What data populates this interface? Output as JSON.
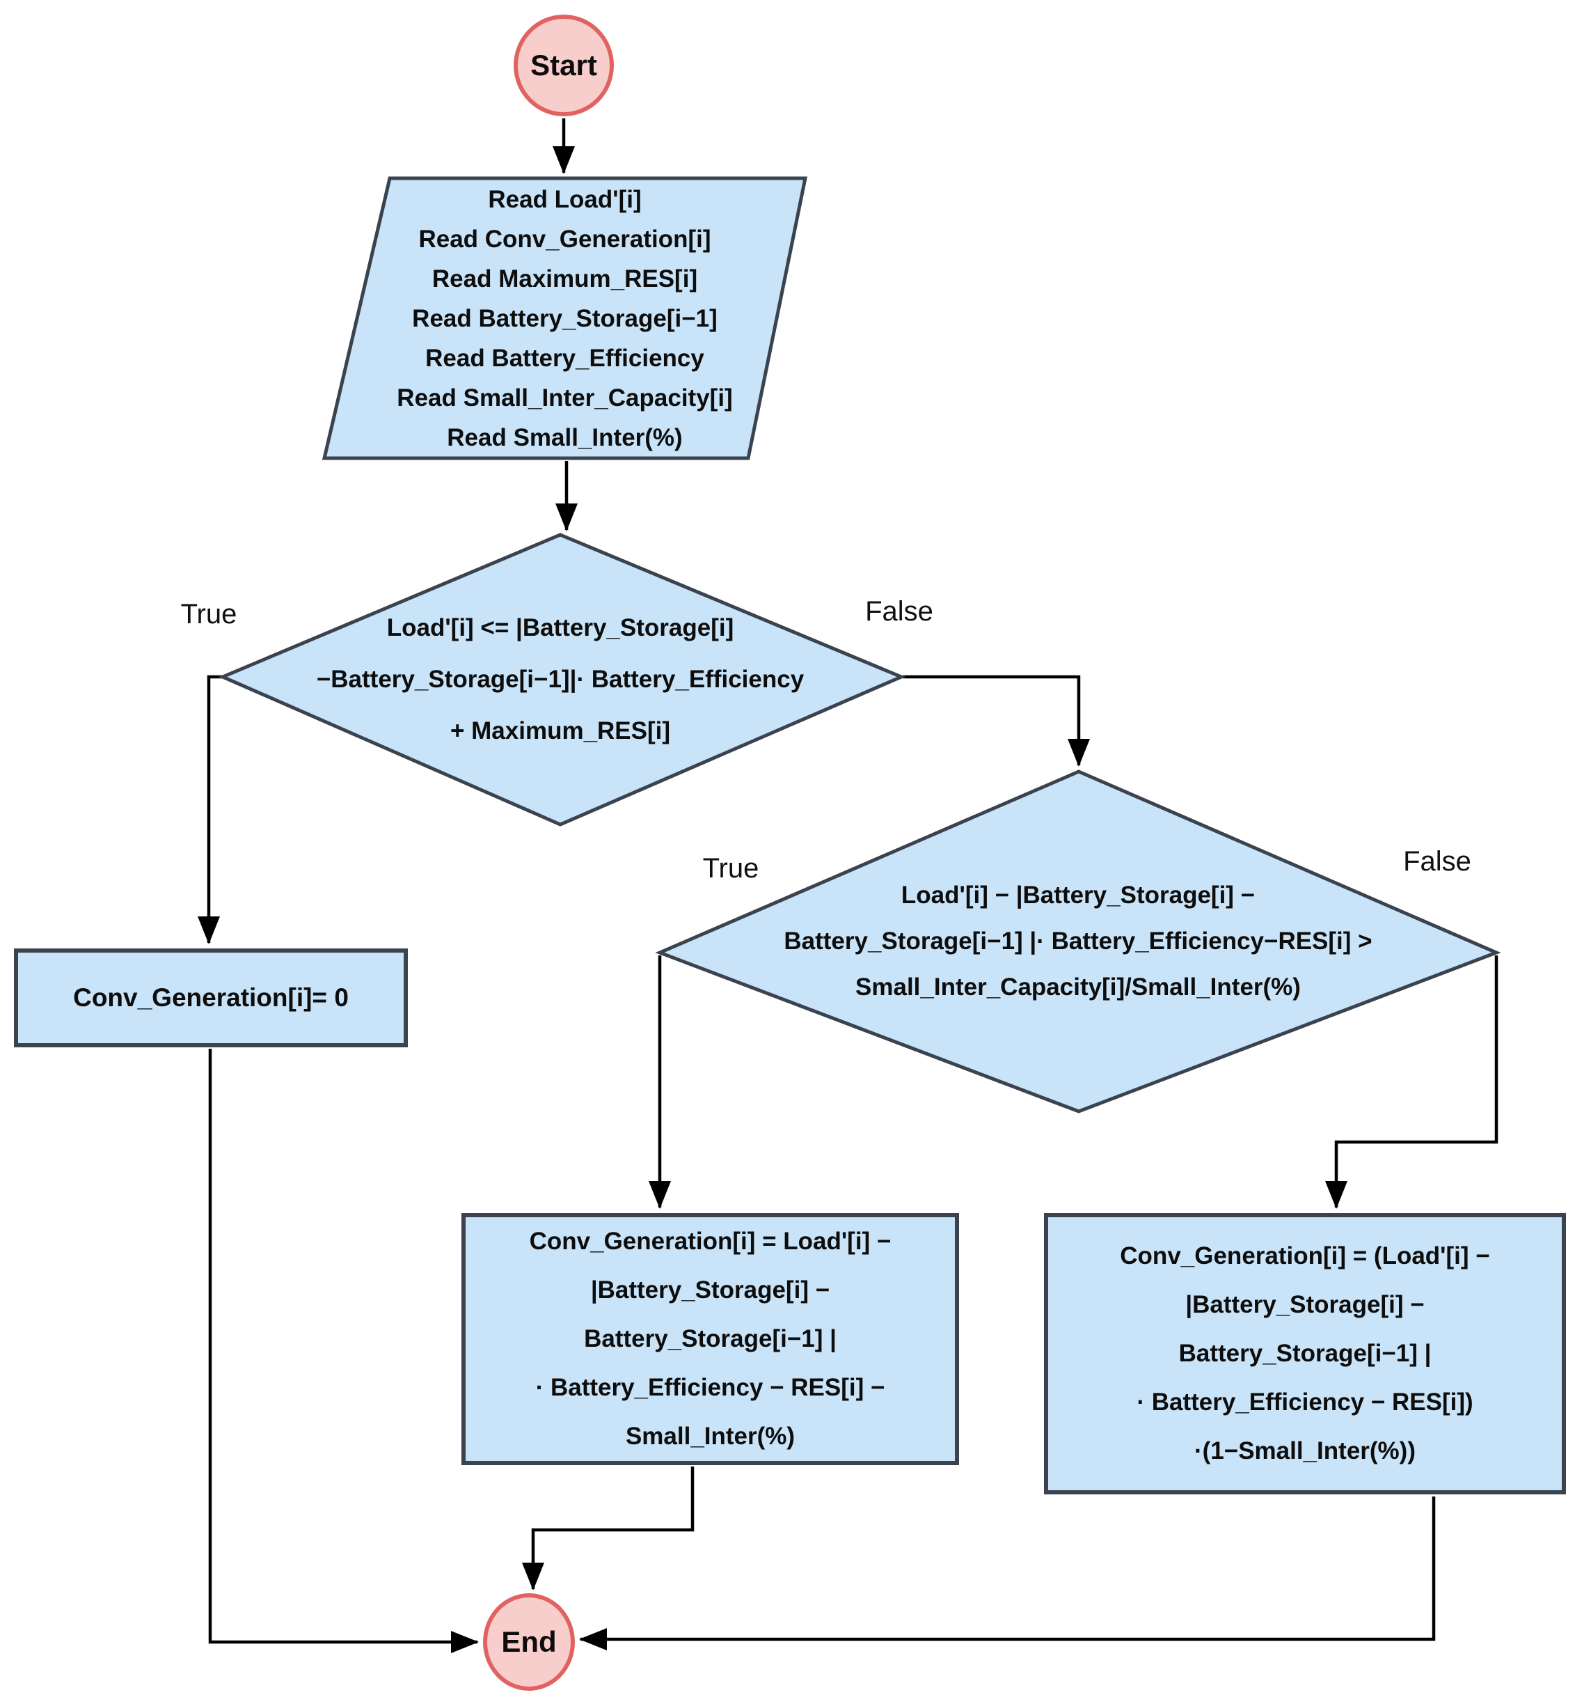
{
  "colors": {
    "node_fill": "#c9e4f8",
    "node_stroke": "#3a434e",
    "terminal_fill": "#f8cecc",
    "terminal_stroke": "#e06361",
    "connector_color": "#000000",
    "text_color": "#0d0d0d"
  },
  "nodes": {
    "start": {
      "label": "Start"
    },
    "read_inputs": {
      "lines": [
        "Read Load'[i]",
        "Read Conv_Generation[i]",
        "Read Maximum_RES[i]",
        "Read Battery_Storage[i−1]",
        "Read Battery_Efficiency",
        "Read Small_Inter_Capacity[i]",
        "Read Small_Inter(%)"
      ]
    },
    "decision1": {
      "lines": [
        "Load'[i] <= |Battery_Storage[i]",
        "−Battery_Storage[i−1]|· Battery_Efficiency",
        "+ Maximum_RES[i]"
      ],
      "true_label": "True",
      "false_label": "False"
    },
    "set_zero": {
      "label": "Conv_Generation[i]= 0"
    },
    "decision2": {
      "lines": [
        "Load'[i] − |Battery_Storage[i] −",
        "Battery_Storage[i−1] |· Battery_Efficiency−RES[i] >",
        "Small_Inter_Capacity[i]/Small_Inter(%)"
      ],
      "true_label": "True",
      "false_label": "False"
    },
    "calc_true": {
      "lines": [
        "Conv_Generation[i] = Load'[i] −",
        "|Battery_Storage[i] −",
        "Battery_Storage[i−1] |",
        "· Battery_Efficiency − RES[i] −",
        "Small_Inter(%)"
      ]
    },
    "calc_false": {
      "lines": [
        "Conv_Generation[i] = (Load'[i] −",
        "|Battery_Storage[i] −",
        "Battery_Storage[i−1] |",
        "· Battery_Efficiency − RES[i])",
        "·(1−Small_Inter(%))"
      ]
    },
    "end": {
      "label": "End"
    }
  }
}
